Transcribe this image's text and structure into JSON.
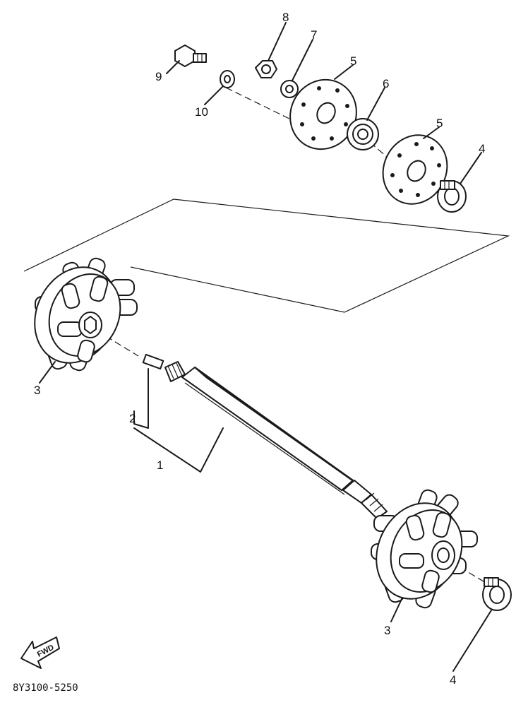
{
  "callouts": [
    {
      "id": "c1",
      "text": "1"
    },
    {
      "id": "c2",
      "text": "2"
    },
    {
      "id": "c3a",
      "text": "3"
    },
    {
      "id": "c3b",
      "text": "3"
    },
    {
      "id": "c4a",
      "text": "4"
    },
    {
      "id": "c4b",
      "text": "4"
    },
    {
      "id": "c5a",
      "text": "5"
    },
    {
      "id": "c5b",
      "text": "5"
    },
    {
      "id": "c6",
      "text": "6"
    },
    {
      "id": "c7",
      "text": "7"
    },
    {
      "id": "c8",
      "text": "8"
    },
    {
      "id": "c9",
      "text": "9"
    },
    {
      "id": "c10",
      "text": "10"
    }
  ],
  "fwd_badge": "FWD",
  "drawing_code": "8Y3100-5250"
}
